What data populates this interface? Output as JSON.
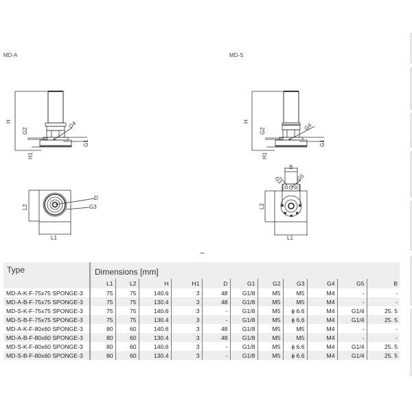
{
  "drawings": {
    "left": {
      "title": "MD-A",
      "side_view_labels": [
        "H",
        "G2",
        "G4",
        "G1",
        "H1"
      ],
      "top_view_labels": [
        "D",
        "G3",
        "L2",
        "L1"
      ]
    },
    "right": {
      "title": "MD-S",
      "side_view_labels": [
        "H",
        "G2",
        "G4",
        "G1",
        "H1"
      ],
      "top_view_labels": [
        "B",
        "G3",
        "G5",
        "L2",
        "L1"
      ]
    }
  },
  "separator": "-",
  "table": {
    "type_header": "Type",
    "dimensions_header": "Dimensions [mm]",
    "columns": [
      "L1",
      "L2",
      "H",
      "H1",
      "D",
      "G1",
      "G2",
      "G3",
      "G4",
      "G5",
      "B"
    ],
    "rows": [
      {
        "type": "MD-A-K-F-75x75 SPONGE-3",
        "values": [
          "75",
          "75",
          "140.6",
          "3",
          "48",
          "G1/8",
          "M5",
          "M5",
          "M4",
          "-",
          "-"
        ]
      },
      {
        "type": "MD-A-B-F-75x75 SPONGE-3",
        "values": [
          "75",
          "75",
          "130.4",
          "3",
          "48",
          "G1/8",
          "M5",
          "M5",
          "M4",
          "-",
          "-"
        ]
      },
      {
        "type": "MD-S-K-F-75x75 SPONGE-3",
        "values": [
          "75",
          "75",
          "140.6",
          "3",
          "-",
          "G1/8",
          "M5",
          "ϕ 6.6",
          "M4",
          "G1/4",
          "25. 5"
        ]
      },
      {
        "type": "MD-S-B-F-75x75 SPONGE-3",
        "values": [
          "75",
          "75",
          "130.4",
          "3",
          "-",
          "G1/8",
          "M5",
          "ϕ 6.6",
          "M4",
          "G1/4",
          "25. 5"
        ]
      },
      {
        "type": "MD-A-K-F-80x60 SPONGE-3",
        "values": [
          "80",
          "60",
          "140.6",
          "3",
          "48",
          "G1/8",
          "M5",
          "M5",
          "M4",
          "-",
          "-"
        ]
      },
      {
        "type": "MD-A-B-F-80x60 SPONGE-3",
        "values": [
          "80",
          "60",
          "130.4",
          "3",
          "48",
          "G1/8",
          "M5",
          "M5",
          "M4",
          "-",
          "-"
        ]
      },
      {
        "type": "MD-S-K-F-80x60 SPONGE-3",
        "values": [
          "80",
          "60",
          "140.6",
          "3",
          "-",
          "G1/8",
          "M5",
          "ϕ 6.6",
          "M4",
          "G1/4",
          "25. 5"
        ]
      },
      {
        "type": "MD-S-B-F-80x60 SPONGE-3",
        "values": [
          "80",
          "60",
          "130.4",
          "3",
          "-",
          "G1/8",
          "M5",
          "ϕ 6.6",
          "M4",
          "G1/4",
          "25. 5"
        ]
      }
    ]
  }
}
